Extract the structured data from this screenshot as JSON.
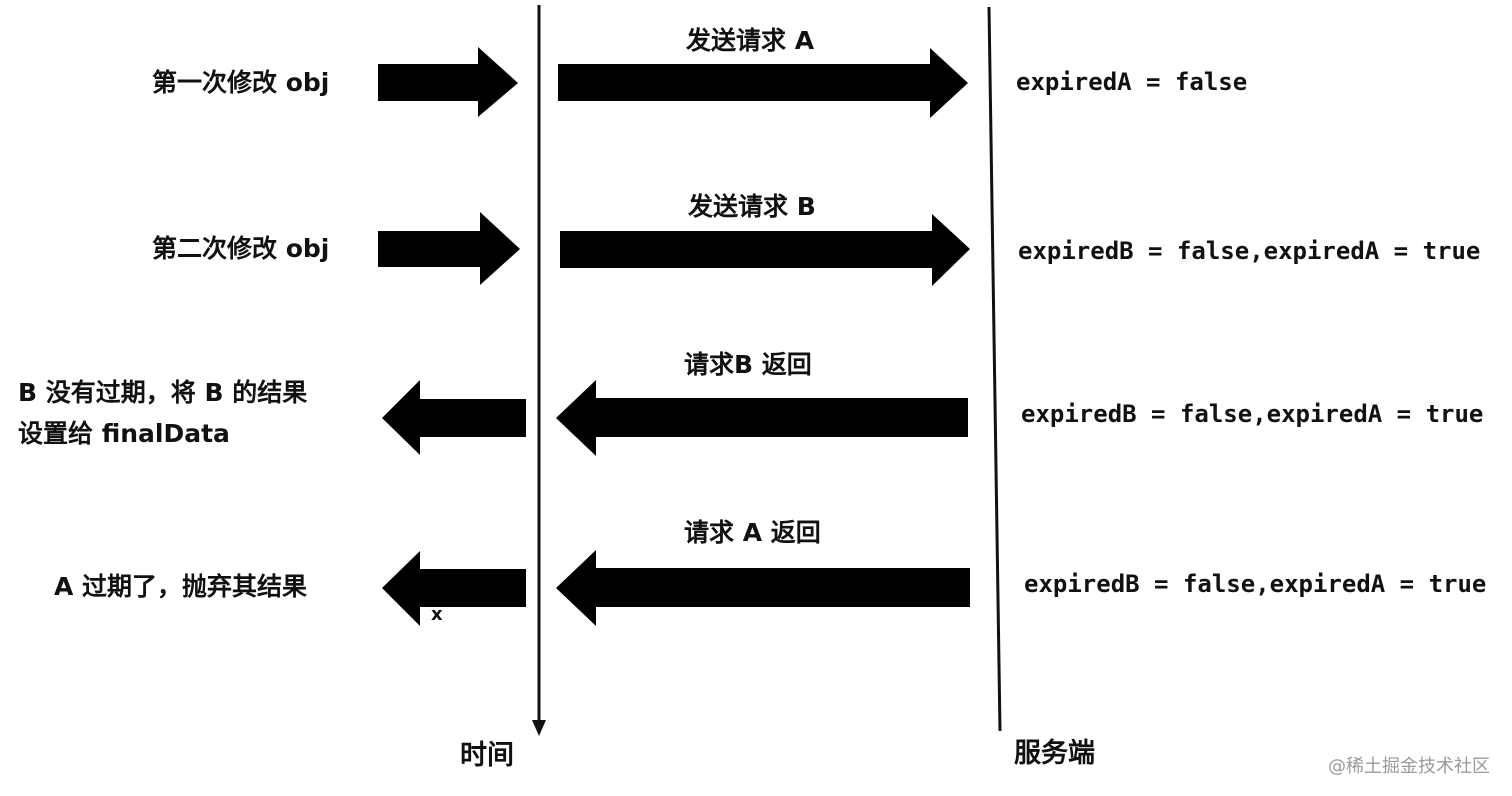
{
  "rows": [
    {
      "direction": "outgoing",
      "left_label_lines": [
        "第一次修改 obj"
      ],
      "request_label": "发送请求 A",
      "server_state": "expiredA = false"
    },
    {
      "direction": "outgoing",
      "left_label_lines": [
        "第二次修改 obj"
      ],
      "request_label": "发送请求 B",
      "server_state": "expiredB = false,expiredA = true"
    },
    {
      "direction": "incoming",
      "left_label_lines": [
        "B 没有过期，将 B 的结果",
        "设置给 finalData"
      ],
      "request_label": "请求B 返回",
      "server_state": "expiredB = false,expiredA = true"
    },
    {
      "direction": "incoming",
      "left_label_lines": [
        "A 过期了，抛弃其结果"
      ],
      "request_label": "请求 A 返回",
      "server_state": "expiredB = false,expiredA = true"
    }
  ],
  "axes": {
    "time_label": "时间",
    "server_label": "服务端"
  },
  "watermark": "@稀土掘金技术社区"
}
